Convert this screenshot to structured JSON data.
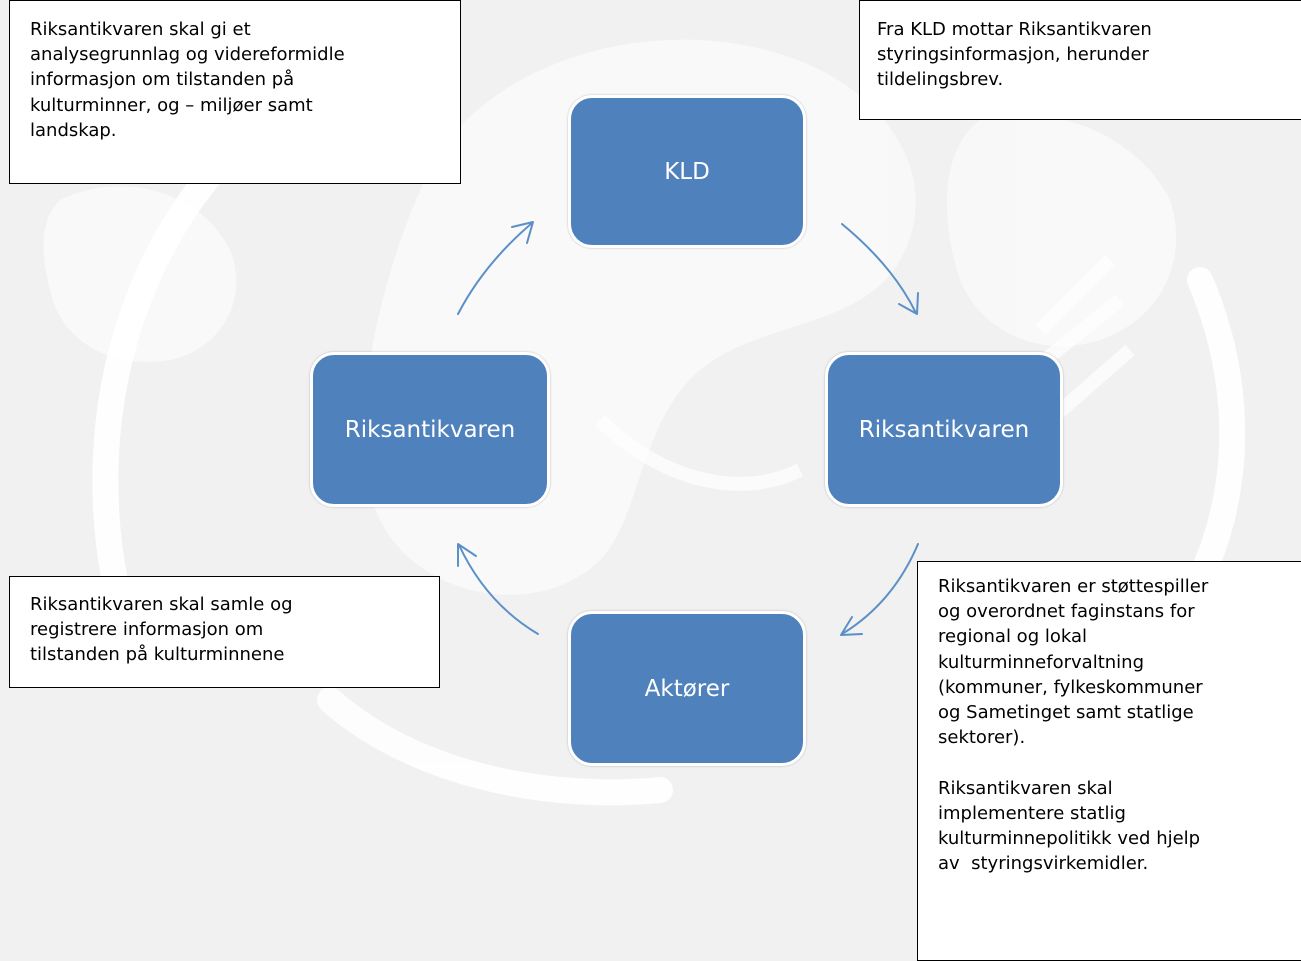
{
  "colors": {
    "node_fill": "#4f81bd",
    "node_text": "#ffffff",
    "arrow": "#5b8fc7",
    "background": "#f1f1f2"
  },
  "nodes": {
    "top": "KLD",
    "right": "Riksantikvaren",
    "left": "Riksantikvaren",
    "bottom": "Aktører"
  },
  "notes": {
    "top_left": "Riksantikvaren skal gi et\nanalysegrunnlag og videreformidle\ninformasjon om tilstanden på\nkulturminner, og – miljøer samt\nlandskap.",
    "top_right": "Fra KLD mottar Riksantikvaren\nstyringsinformasjon, herunder\ntildelingsbrev.",
    "bottom_left": "Riksantikvaren skal samle og\nregistrere informasjon om\ntilstanden på kulturminnene",
    "bottom_right": "Riksantikvaren er støttespiller\nog overordnet faginstans for\nregional og lokal\nkulturminneforvaltning\n(kommuner, fylkeskommuner\nog Sametinget samt statlige\nsektorer).\n\nRiksantikvaren skal\nimplementere statlig\nkulturminnepolitikk ved hjelp\nav  styringsvirkemidler."
  },
  "watermark_icon": "lion-crest-watermark-icon"
}
